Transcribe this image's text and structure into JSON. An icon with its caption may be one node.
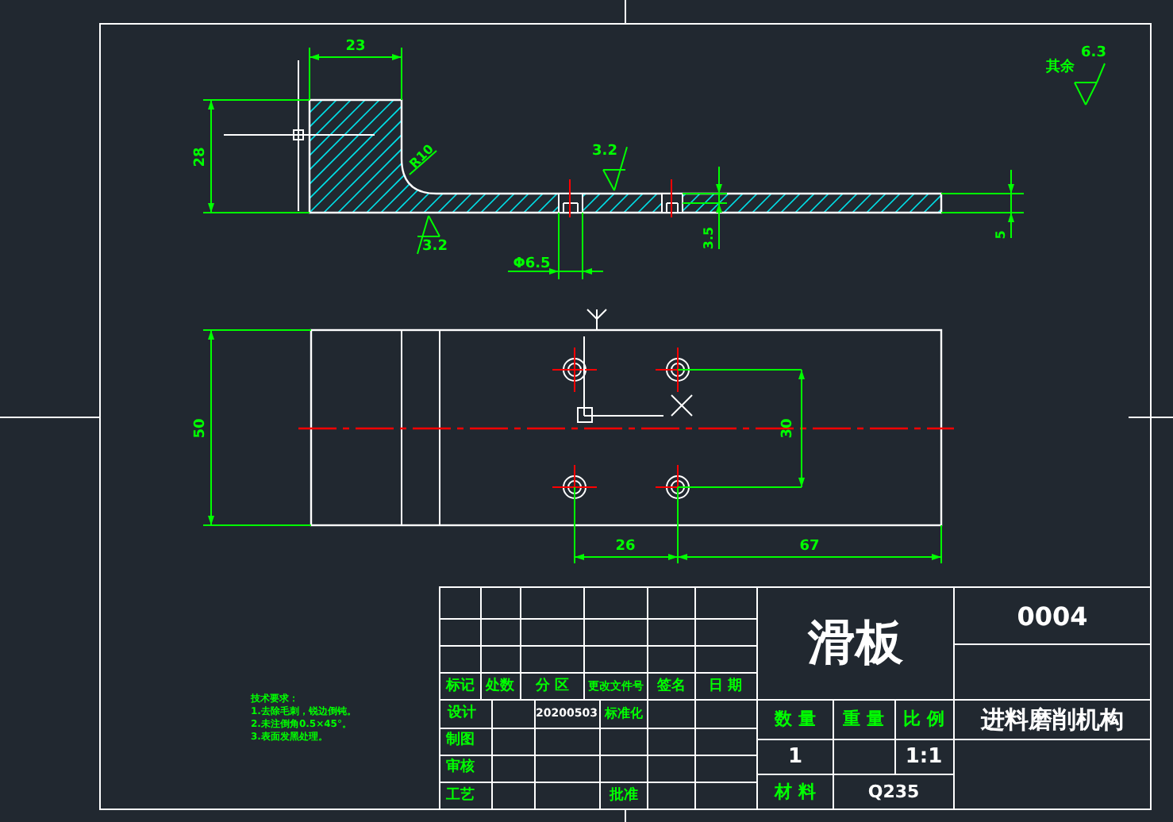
{
  "diagram": {
    "labels": [
      "23",
      "其余",
      "6.3",
      "28",
      "R10",
      "3.2",
      "3.2",
      "3.5",
      "5",
      "Φ6.5",
      "50",
      "30",
      "26",
      "67",
      "滑板",
      "0004",
      "标记",
      "处数",
      "分 区",
      "更改文件号",
      "签名",
      "日 期",
      "设计",
      "20200503",
      "标准化",
      "数 量",
      "重 量",
      "比 例",
      "进料磨削机构",
      "制图",
      "1",
      "1:1",
      "审核",
      "工艺",
      "批准",
      "材 料",
      "Q235",
      "技术要求：",
      "1.去除毛刺，锐边倒钝。",
      "2.未注倒角0.5×45°。",
      "3.表面发黑处理。"
    ]
  }
}
